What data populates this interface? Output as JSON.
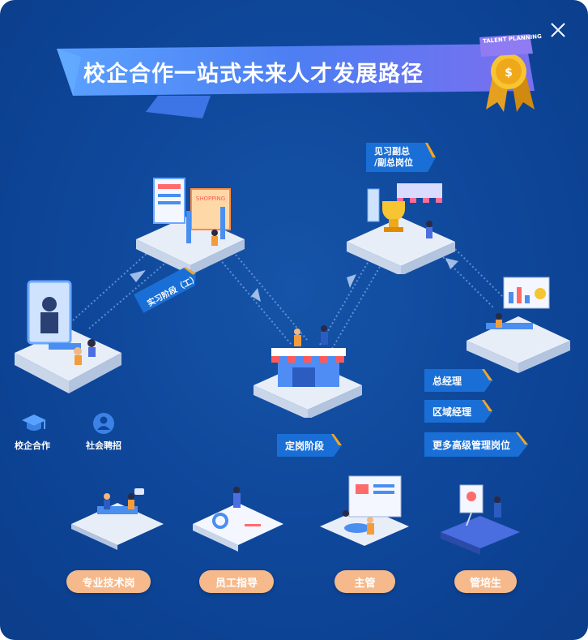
{
  "title": "校企合作一站式未来人才发展路径",
  "seal": {
    "text": "TALENT PLANNING"
  },
  "stage_tags": {
    "internship": "实习阶段（工）",
    "placement": "定岗阶段",
    "deputy": "见习副总\n/副总岗位",
    "deputy_line1": "见习副总",
    "deputy_line2": "/副总岗位"
  },
  "career_tags": [
    "总经理",
    "区域经理",
    "更多高级管理岗位"
  ],
  "legend": [
    {
      "icon": "graduation-cap-icon",
      "label": "校企合作"
    },
    {
      "icon": "recruit-person-icon",
      "label": "社会聘招"
    }
  ],
  "tracks": [
    {
      "label": "专业技术岗"
    },
    {
      "label": "员工指导"
    },
    {
      "label": "主管"
    },
    {
      "label": "管培生"
    }
  ],
  "colors": {
    "background": "#0e4699",
    "accent_orange": "#f6b98b",
    "tag_blue": "#1a6fd6",
    "tag_edge": "#f5a623"
  }
}
